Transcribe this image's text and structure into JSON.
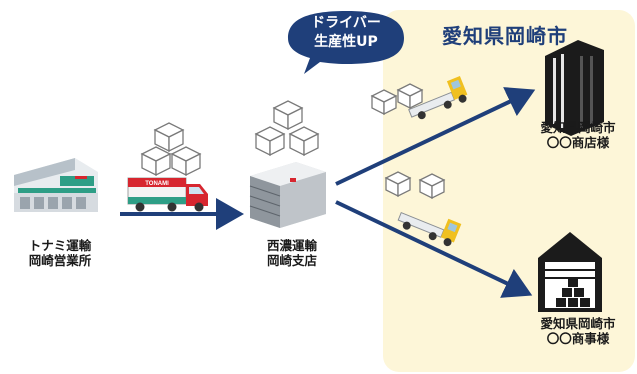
{
  "region": {
    "title": "愛知県岡崎市"
  },
  "callout": {
    "line1": "ドライバー",
    "line2": "生産性UP"
  },
  "origin": {
    "line1": "トナミ運輸",
    "line2": "岡崎営業所"
  },
  "hub": {
    "line1": "西濃運輸",
    "line2": "岡崎支店"
  },
  "dest_store": {
    "line1": "愛知県岡崎市",
    "line2": "〇〇商店様"
  },
  "dest_company": {
    "line1": "愛知県岡崎市",
    "line2": "〇〇商事様"
  },
  "truck_logo": "TONAMI",
  "colors": {
    "arrow": "#1f3f7a",
    "region": "#fdf6d8",
    "callout": "#1f3f7a",
    "truck_red": "#d7262f"
  }
}
